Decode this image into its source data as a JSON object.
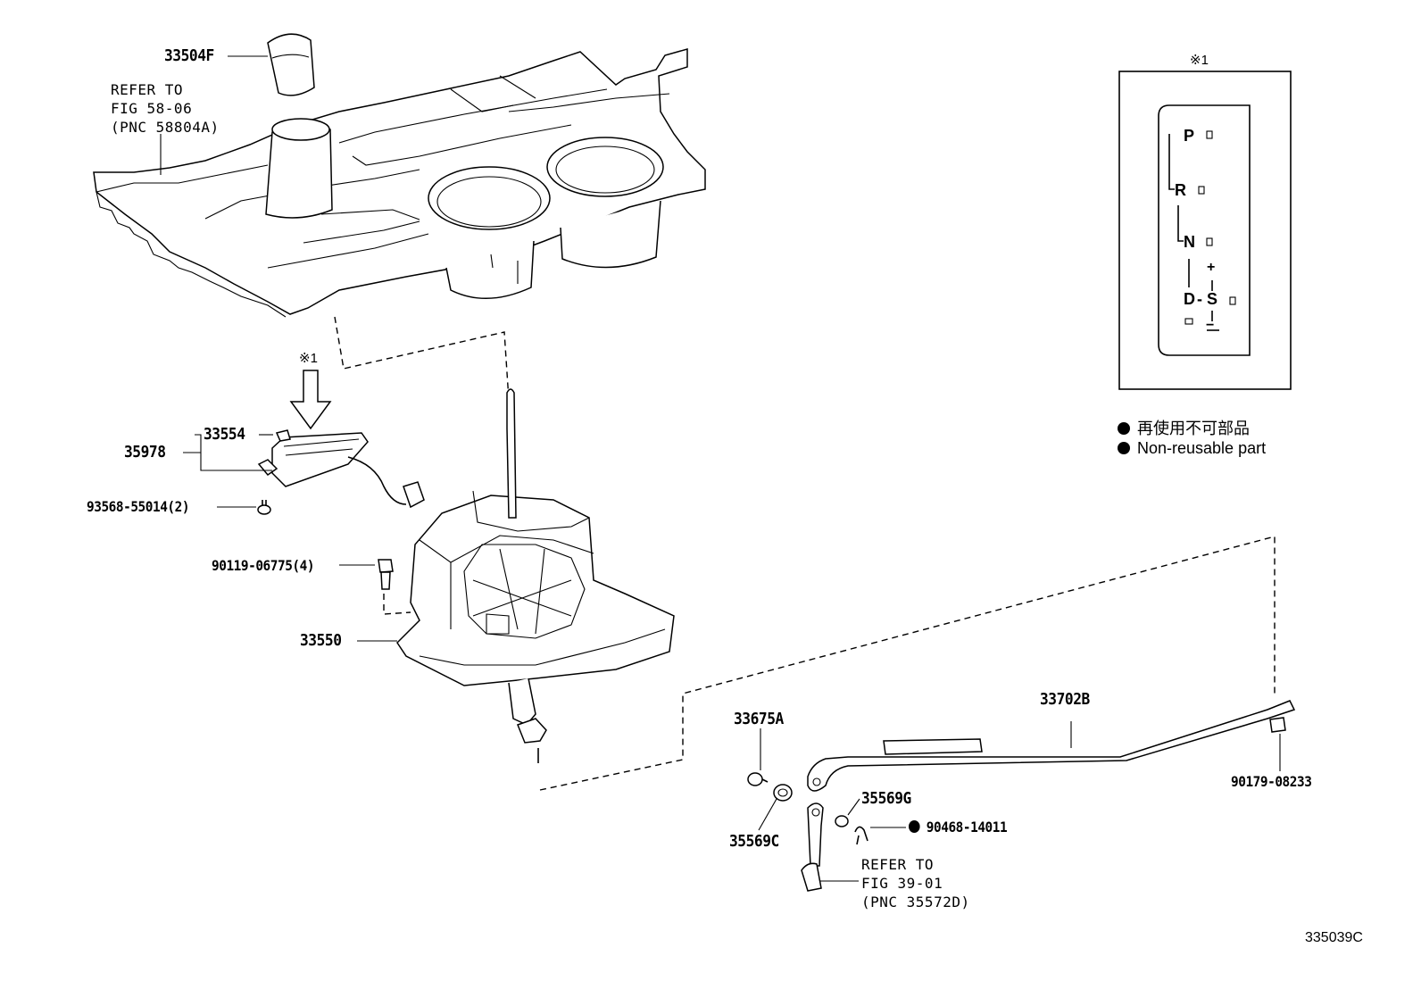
{
  "parts": {
    "knob": "33504F",
    "indicator": "33554",
    "indicator_assy": "35978",
    "screw": "93568-55014(2)",
    "bolt": "90119-06775(4)",
    "shift_lever": "33550",
    "retainer": "33675A",
    "cable": "33702B",
    "cable_nut": "90179-08233",
    "bushing_g": "35569G",
    "bushing_c": "35569C",
    "clip": "90468-14011"
  },
  "refs": {
    "console": [
      "REFER TO",
      "FIG 58-06",
      "(PNC 58804A)"
    ],
    "transmission": [
      "REFER TO",
      "FIG 39-01",
      "(PNC 35572D)"
    ]
  },
  "note_mark": "※1",
  "gate": {
    "p": "P",
    "r": "R",
    "n": "N",
    "d": "D",
    "dash": "-",
    "s": "S",
    "plus": "+",
    "minus": "−"
  },
  "legend": [
    "再使用不可部品",
    "Non-reusable part"
  ],
  "illustration_code": "335039C"
}
